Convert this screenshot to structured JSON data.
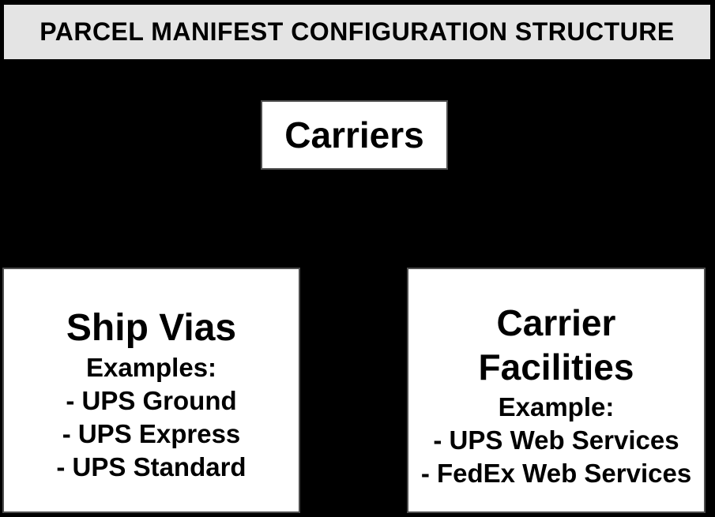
{
  "header": {
    "title": "PARCEL MANIFEST CONFIGURATION STRUCTURE"
  },
  "diagram": {
    "root": {
      "label": "Carriers"
    },
    "nodes": [
      {
        "id": "ship-vias",
        "title": "Ship Vias",
        "subtitle": "Examples:",
        "items": [
          "- UPS Ground",
          "- UPS Express",
          "- UPS Standard"
        ]
      },
      {
        "id": "carrier-facilities",
        "title": "Carrier Facilities",
        "subtitle": "Example:",
        "items": [
          "- UPS Web Services",
          "- FedEx Web Services"
        ]
      }
    ]
  },
  "colors": {
    "background": "#000000",
    "header_bg": "#e4e4e4",
    "node_bg": "#ffffff",
    "text": "#000000"
  }
}
